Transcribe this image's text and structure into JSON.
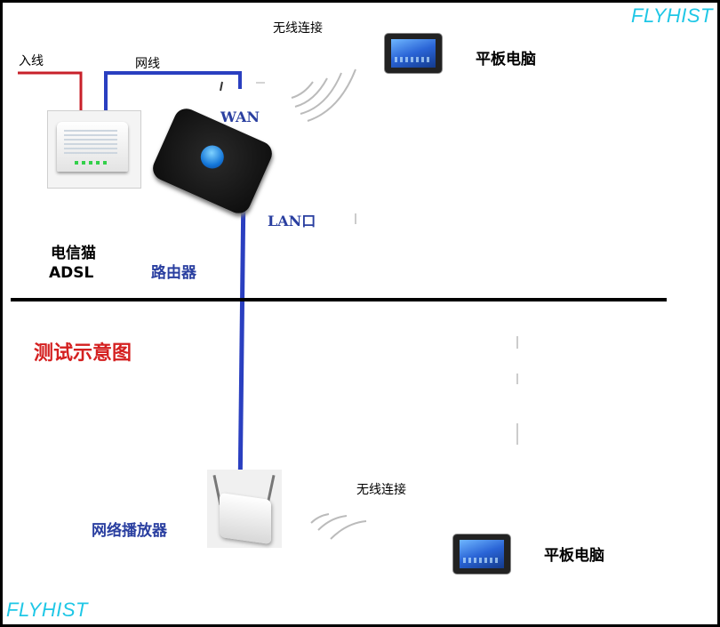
{
  "labels": {
    "wireless_top": "无线连接",
    "tablet_top": "平板电脑",
    "input_line": "入线",
    "network_cable": "网线",
    "wan": "WAN",
    "lan": "LAN口",
    "modem_name": "电信猫",
    "modem_type": "ADSL",
    "router": "路由器",
    "diagram_title": "测试示意图",
    "wireless_bottom": "无线连接",
    "network_player": "网络播放器",
    "tablet_bottom": "平板电脑"
  },
  "watermark": {
    "top": "FLYHIST",
    "bottom": "FLYHIST"
  },
  "colors": {
    "cable_blue": "#2a3fc0",
    "input_line_red": "#c8202a",
    "title_red": "#d42020",
    "label_blue": "#2a3fa0",
    "watermark_cyan": "#1fc7e6",
    "divider": "#000000"
  },
  "icons": {
    "tablet": "tablet-icon",
    "modem": "modem-icon",
    "router": "router-icon",
    "player": "network-player-icon",
    "wifi": "wifi-signal-icon"
  }
}
